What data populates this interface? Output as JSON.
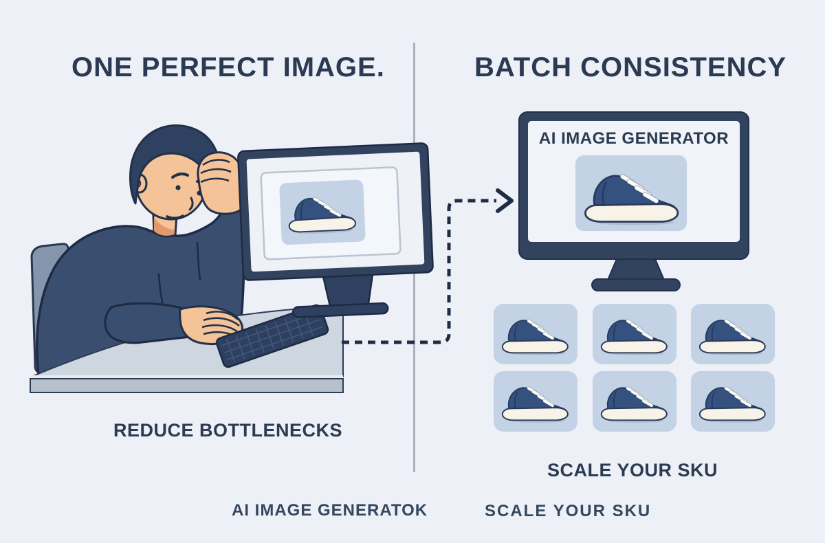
{
  "page": {
    "background_color": "#edf1f7",
    "divider_color": "#a9b2bd",
    "text_color": "#2b3a52",
    "accent_navy": "#31435f",
    "card_blue": "#c3d3e5",
    "sneaker_navy": "#34517f",
    "sole_cream": "#f7f3e9",
    "skin_tone": "#f4c397",
    "desk_gray": "#ced6df"
  },
  "left_panel": {
    "headline": "ONE PERFECT IMAGE.",
    "caption": "REDUCE BOTTLENECKS",
    "illustration": {
      "subject": "frustrated-man-at-desk",
      "monitor_content": "sneaker-photo"
    }
  },
  "right_panel": {
    "headline": "BATCH CONSISTENCY",
    "monitor_label": "AI IMAGE GENERATOR",
    "caption": "SCALE YOUR SKU",
    "grid": {
      "rows": 2,
      "cols": 3,
      "count": 6,
      "item": "sneaker-thumbnail"
    }
  },
  "flow": {
    "arrow": "dashed-elbow-arrow-left-monitor-to-right-monitor"
  },
  "footer": {
    "left_label": "AI IMAGE GENERATOK",
    "right_label": "SCALE YOUR SKU"
  }
}
